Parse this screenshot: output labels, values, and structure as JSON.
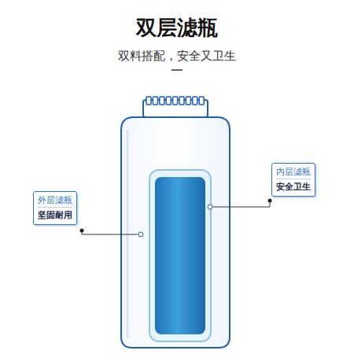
{
  "diagram": {
    "title": "双层滤瓶",
    "nodes": [
      {
        "text": [
          "外层滤瓶",
          "坚固耐用"
        ]
      },
      {
        "text": [
          "内层滤瓶",
          "安全卫生"
        ]
      }
    ],
    "labels": [
      "双料搭配，安全又卫生"
    ]
  }
}
